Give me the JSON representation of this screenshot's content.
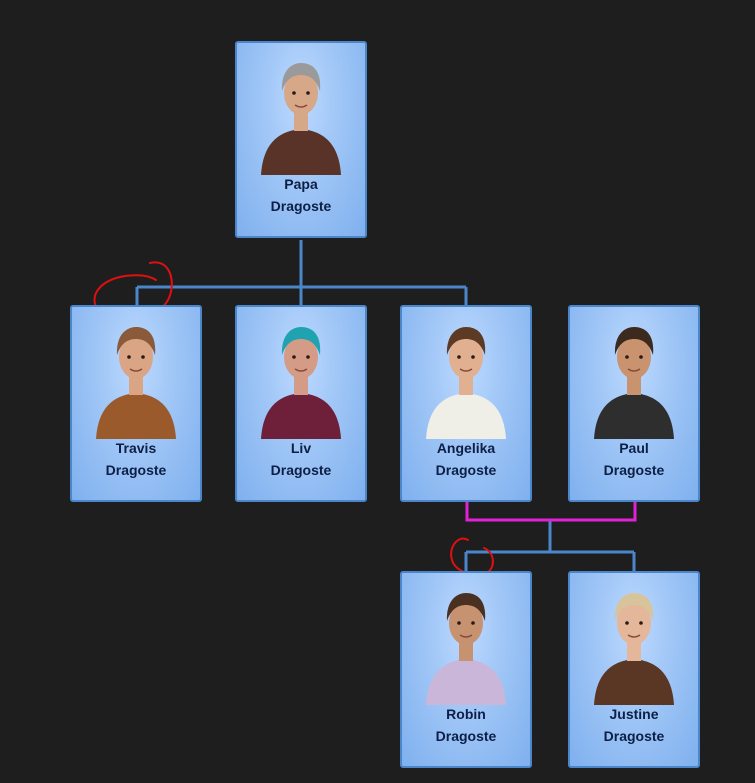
{
  "tree": {
    "people": [
      {
        "first": "Papa",
        "last": "Dragoste",
        "hair": "#9a9a9a",
        "skin": "#d6a888",
        "shirt": "#5a3328"
      },
      {
        "first": "Travis",
        "last": "Dragoste",
        "hair": "#8a5a3a",
        "skin": "#d9a585",
        "shirt": "#9a5a2c"
      },
      {
        "first": "Liv",
        "last": "Dragoste",
        "hair": "#1fa3b0",
        "skin": "#d49c86",
        "shirt": "#6e1f3a"
      },
      {
        "first": "Angelika",
        "last": "Dragoste",
        "hair": "#5c3a24",
        "skin": "#e0b090",
        "shirt": "#efefe8"
      },
      {
        "first": "Paul",
        "last": "Dragoste",
        "hair": "#3d2a1e",
        "skin": "#c8936e",
        "shirt": "#2e2e2e"
      },
      {
        "first": "Robin",
        "last": "Dragoste",
        "hair": "#4a3020",
        "skin": "#c79270",
        "shirt": "#c9b6d8"
      },
      {
        "first": "Justine",
        "last": "Dragoste",
        "hair": "#d8c49a",
        "skin": "#e4b69a",
        "shirt": "#5a3624"
      }
    ],
    "colors": {
      "connector": "#4a86c9",
      "partner_line": "#e021d6",
      "annotation": "#e01010"
    }
  }
}
